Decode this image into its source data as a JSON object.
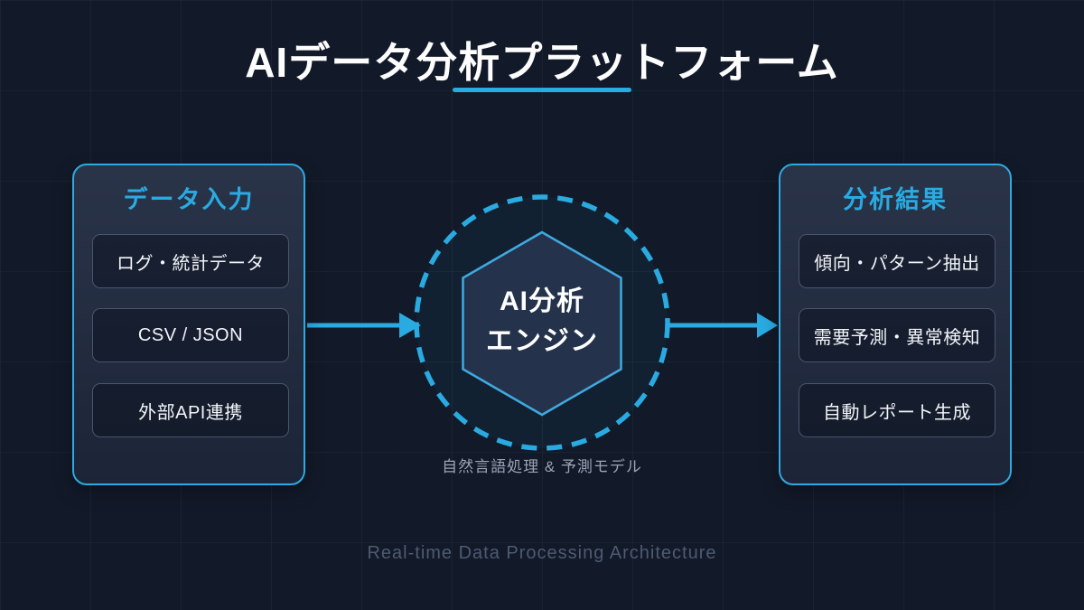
{
  "title": "AIデータ分析プラットフォーム",
  "input_panel": {
    "title": "データ入力",
    "items": [
      "ログ・統計データ",
      "CSV / JSON",
      "外部API連携"
    ]
  },
  "engine": {
    "name_line1": "AI分析",
    "name_line2": "エンジン",
    "caption": "自然言語処理 & 予測モデル"
  },
  "output_panel": {
    "title": "分析結果",
    "items": [
      "傾向・パターン抽出",
      "需要予測・異常検知",
      "自動レポート生成"
    ]
  },
  "footer": "Real-time Data Processing Architecture",
  "colors": {
    "accent_blue": "#29abe2",
    "background": "#121928",
    "panel_fill_top": "#2a3449",
    "panel_fill_bottom": "#1c2537",
    "hexagon_fill": "#24334b",
    "item_border": "#47566f",
    "caption_gray": "#9aa4b4",
    "footer_gray": "#4e5b72"
  }
}
